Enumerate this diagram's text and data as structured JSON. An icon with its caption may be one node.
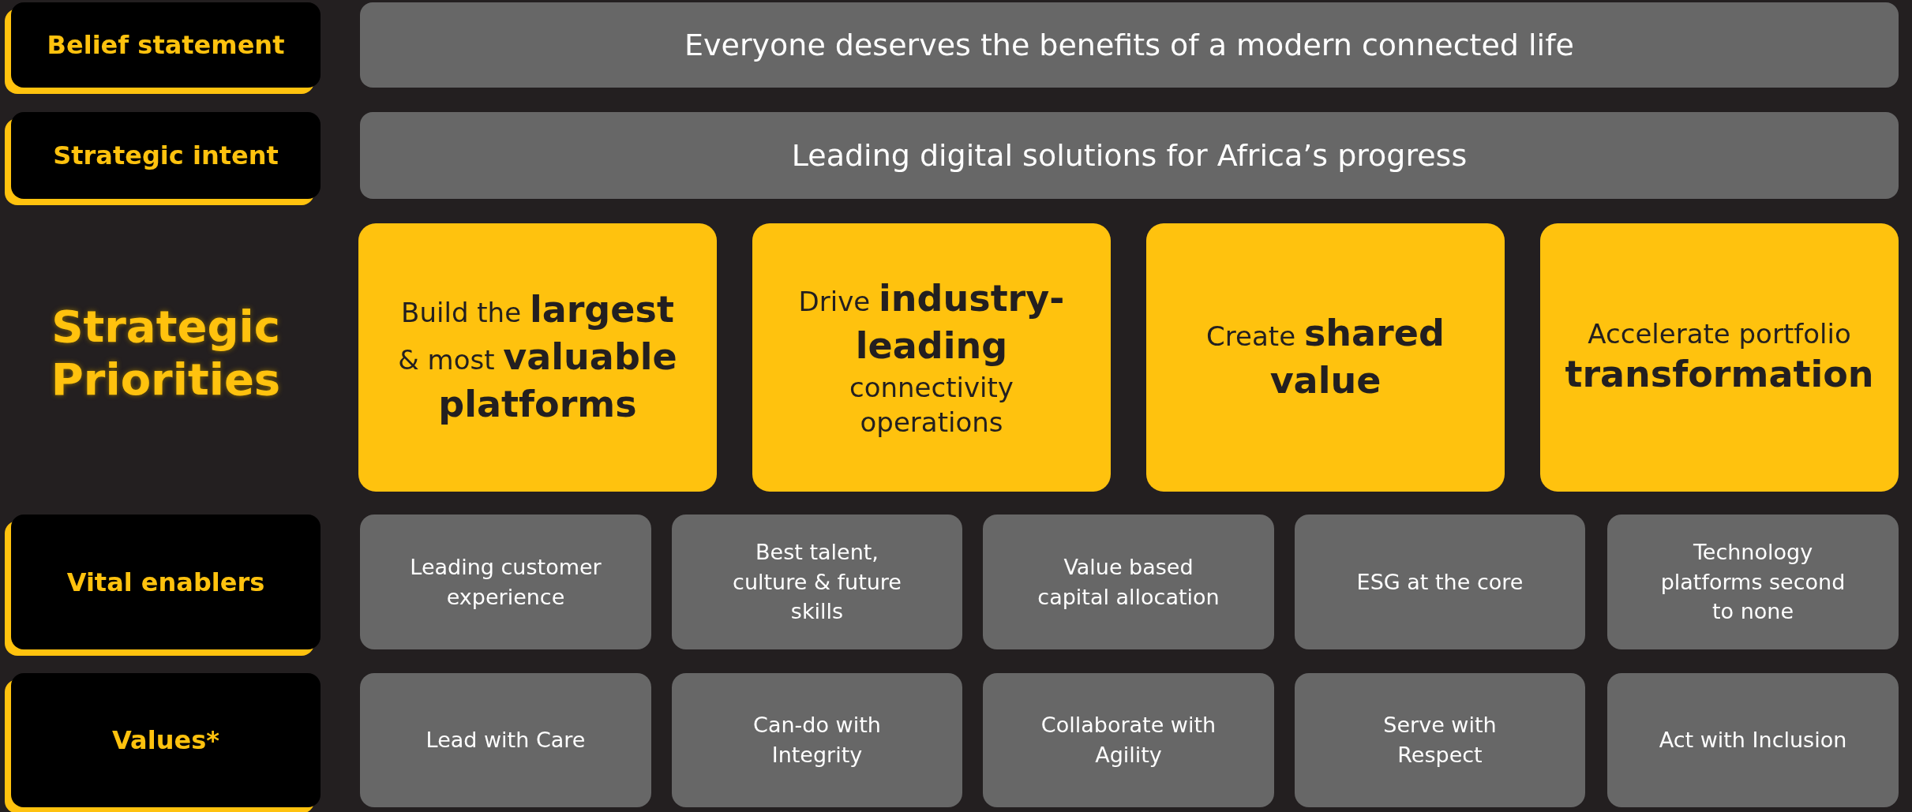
{
  "diagram": {
    "nodes": [
      {
        "text": [
          "Belief statement"
        ]
      },
      {
        "text": [
          "Everyone deserves the benefits of a modern connected life"
        ]
      },
      {
        "text": [
          "Strategic intent"
        ]
      },
      {
        "text": [
          "Leading digital solutions for Africa’s progress"
        ]
      },
      {
        "text": [
          "Build the **largest** & most **valuable platforms**"
        ]
      },
      {
        "text": [
          "Drive **industry-leading** connectivity operations"
        ]
      },
      {
        "text": [
          "Create **shared value**"
        ]
      },
      {
        "text": [
          "Accelerate portfolio **transformation**"
        ]
      },
      {
        "text": [
          "Vital enablers"
        ]
      },
      {
        "text": [
          "Leading customer experience"
        ]
      },
      {
        "text": [
          "Best talent, culture & future skills"
        ]
      },
      {
        "text": [
          "Value based capital allocation"
        ]
      },
      {
        "text": [
          "ESG at the core"
        ]
      },
      {
        "text": [
          "Technology platforms second to none"
        ]
      },
      {
        "text": [
          "Values*"
        ]
      },
      {
        "text": [
          "Lead with Care"
        ]
      },
      {
        "text": [
          "Can-do with Integrity"
        ]
      },
      {
        "text": [
          "Collaborate with Agility"
        ]
      },
      {
        "text": [
          "Serve with Respect"
        ]
      },
      {
        "text": [
          "Act with Inclusion"
        ]
      }
    ],
    "labels": [
      "Strategic Priorities"
    ]
  }
}
